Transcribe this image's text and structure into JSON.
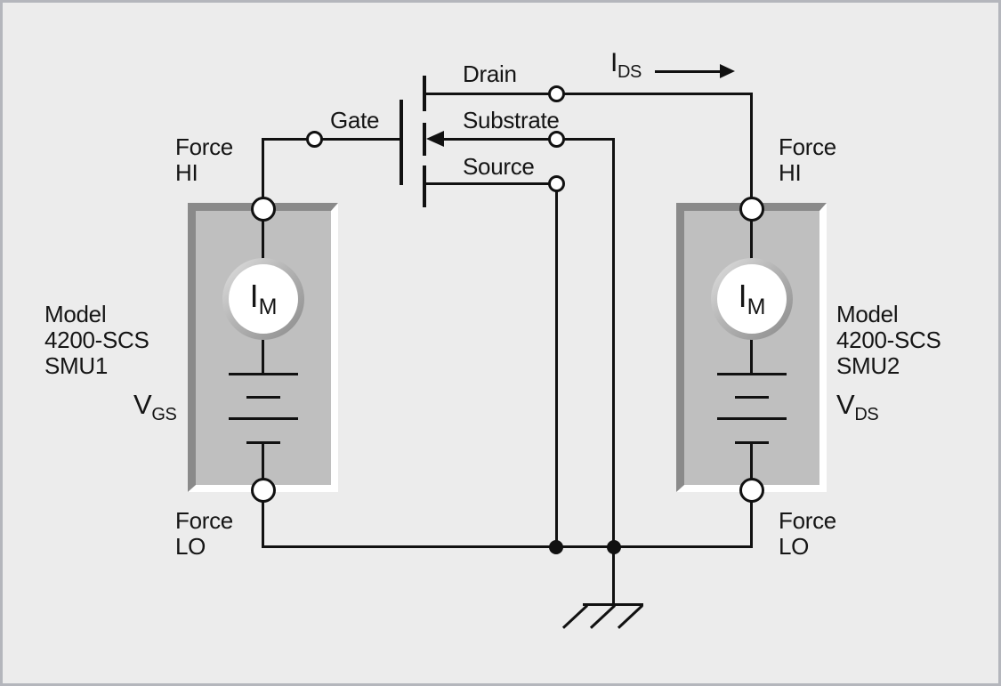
{
  "colors": {
    "background": "#ececec",
    "frame_border": "#b4b6bc",
    "line": "#111111",
    "smu_box_fill": "#bfbfbf",
    "smu_box_shadow": "#8a8a8a",
    "smu_box_highlight": "#ffffff"
  },
  "mosfet": {
    "gate_label": "Gate",
    "drain_label": "Drain",
    "substrate_label": "Substrate",
    "source_label": "Source"
  },
  "current_arrow": {
    "symbol": "I",
    "subscript": "DS"
  },
  "smu1": {
    "model_lines": [
      "Model",
      "4200-SCS",
      "SMU1"
    ],
    "force_hi_lines": [
      "Force",
      "HI"
    ],
    "force_lo_lines": [
      "Force",
      "LO"
    ],
    "meter": {
      "symbol": "I",
      "subscript": "M"
    },
    "voltage": {
      "symbol": "V",
      "subscript": "GS"
    }
  },
  "smu2": {
    "model_lines": [
      "Model",
      "4200-SCS",
      "SMU2"
    ],
    "force_hi_lines": [
      "Force",
      "HI"
    ],
    "force_lo_lines": [
      "Force",
      "LO"
    ],
    "meter": {
      "symbol": "I",
      "subscript": "M"
    },
    "voltage": {
      "symbol": "V",
      "subscript": "DS"
    }
  }
}
